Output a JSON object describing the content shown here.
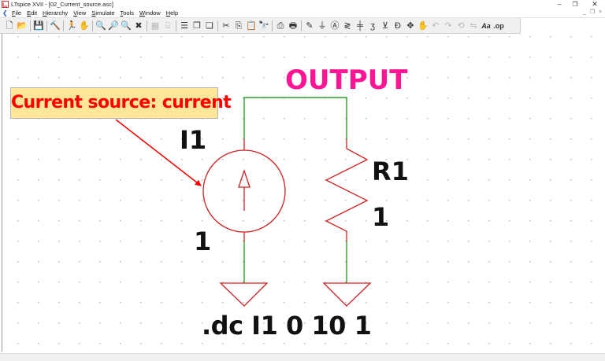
{
  "window": {
    "title": "LTspice XVII - [02_Current_source.asc]",
    "controls": {
      "minimize": "–",
      "restore": "❐",
      "close": "✕"
    },
    "mdi_controls": {
      "minimize": "_",
      "restore": "❐",
      "close": "×"
    }
  },
  "menu": {
    "items": [
      "File",
      "Edit",
      "Hierarchy",
      "View",
      "Simulate",
      "Tools",
      "Window",
      "Help"
    ]
  },
  "toolbar": {
    "buttons": [
      {
        "name": "new-schematic",
        "glyph": "🗋",
        "enabled": true
      },
      {
        "name": "open",
        "glyph": "📂",
        "enabled": true
      },
      {
        "sep": true
      },
      {
        "name": "save",
        "glyph": "💾",
        "enabled": true
      },
      {
        "sep": true
      },
      {
        "name": "control-panel",
        "glyph": "🔨",
        "enabled": true
      },
      {
        "sep": true
      },
      {
        "name": "run",
        "glyph": "🏃",
        "enabled": true
      },
      {
        "name": "halt",
        "glyph": "✋",
        "enabled": false
      },
      {
        "sep": true
      },
      {
        "name": "zoom-in",
        "glyph": "🔍",
        "enabled": true
      },
      {
        "name": "zoom-pan",
        "glyph": "🔎",
        "enabled": false
      },
      {
        "name": "zoom-out",
        "glyph": "🔍",
        "enabled": true
      },
      {
        "name": "zoom-fit",
        "glyph": "✖",
        "enabled": true
      },
      {
        "sep": true
      },
      {
        "name": "autorange-y",
        "glyph": "▦",
        "enabled": false
      },
      {
        "name": "mark-data",
        "glyph": "⌸",
        "enabled": false
      },
      {
        "sep": true
      },
      {
        "name": "tile-horizontal",
        "glyph": "☰",
        "enabled": true
      },
      {
        "name": "tile-vertical",
        "glyph": "❐",
        "enabled": true
      },
      {
        "name": "cascade",
        "glyph": "❏",
        "enabled": true
      },
      {
        "sep": true
      },
      {
        "name": "cut",
        "glyph": "✂",
        "enabled": true
      },
      {
        "name": "copy",
        "glyph": "⎘",
        "enabled": true
      },
      {
        "name": "paste",
        "glyph": "📋",
        "enabled": true
      },
      {
        "name": "find",
        "glyph": "🔭",
        "enabled": true
      },
      {
        "sep": true
      },
      {
        "name": "print-setup",
        "glyph": "⎙",
        "enabled": true
      },
      {
        "name": "print",
        "glyph": "🖶",
        "enabled": true
      },
      {
        "sep": true
      },
      {
        "name": "draw-wire",
        "glyph": "✎",
        "enabled": true
      },
      {
        "name": "ground",
        "glyph": "⏚",
        "enabled": true
      },
      {
        "name": "label-net",
        "glyph": "Ⓐ",
        "enabled": true
      },
      {
        "name": "resistor",
        "glyph": "≷",
        "enabled": true
      },
      {
        "name": "capacitor",
        "glyph": "╪",
        "enabled": true
      },
      {
        "name": "inductor",
        "glyph": "ʒ",
        "enabled": true
      },
      {
        "name": "diode",
        "glyph": "⊻",
        "enabled": true
      },
      {
        "name": "component",
        "glyph": "Ð",
        "enabled": true
      },
      {
        "name": "move",
        "glyph": "✥",
        "enabled": true
      },
      {
        "name": "drag",
        "glyph": "✋",
        "enabled": true
      },
      {
        "name": "undo",
        "glyph": "↶",
        "enabled": false
      },
      {
        "name": "redo",
        "glyph": "↷",
        "enabled": false
      },
      {
        "name": "rotate",
        "glyph": "⟲",
        "enabled": false
      },
      {
        "name": "mirror",
        "glyph": "⇋",
        "enabled": false
      },
      {
        "name": "text",
        "glyph": "Aa",
        "enabled": true
      },
      {
        "name": "spice-directive",
        "glyph": ".op",
        "enabled": true
      }
    ]
  },
  "schematic": {
    "callout": {
      "text": "Current source: current",
      "fill": "#ffe699",
      "text_color": "#ff0000"
    },
    "net_label": {
      "text": "OUTPUT",
      "color": "#ff1493"
    },
    "components": {
      "current_source": {
        "ref": "I1",
        "value": "1"
      },
      "resistor": {
        "ref": "R1",
        "value": "1"
      }
    },
    "directive": ".dc I1 0 10 1",
    "colors": {
      "wire": "#2ca02c",
      "component": "#d02020",
      "grid_dot": "#b0b0b0"
    }
  }
}
